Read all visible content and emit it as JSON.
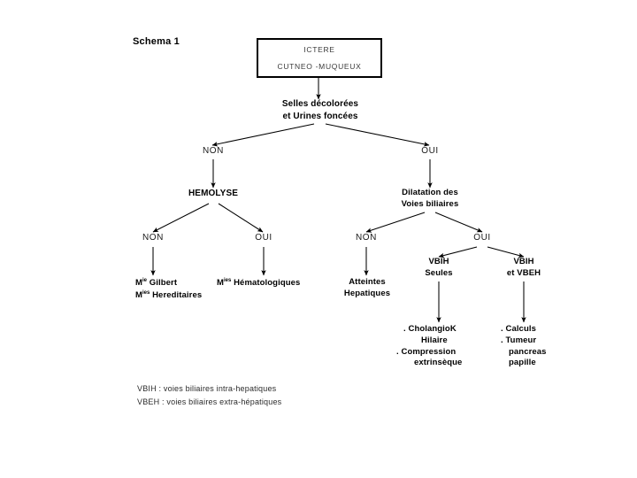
{
  "title": "Schema 1",
  "root": {
    "line1": "ICTERE",
    "line2": "CUTNEO -MUQUEUX"
  },
  "nodes": {
    "stools": {
      "line1": "Selles décolorées",
      "line2": "et Urines foncées"
    },
    "hemolyse": {
      "label": "HEMOLYSE"
    },
    "dilatation": {
      "line1": "Dilatation des",
      "line2": "Voies biliaires"
    },
    "vbih_seules": {
      "line1": "VBIH",
      "line2": "Seules"
    },
    "vbih_vbeh": {
      "line1": "VBIH",
      "line2": "et VBEH"
    },
    "atteintes": {
      "line1": "Atteintes",
      "line2": "Hepatiques"
    }
  },
  "branch_labels": {
    "stools_non": "NON",
    "stools_oui": "OUI",
    "hemolyse_non": "NON",
    "hemolyse_oui": "OUI",
    "dilatation_non": "NON",
    "dilatation_oui": "OUI"
  },
  "leaves": {
    "gilbert": {
      "line1_prefix": "M",
      "line1_sup": "ie",
      "line1_rest": " Gilbert",
      "line2_prefix": "M",
      "line2_sup": "ies",
      "line2_rest": " Hereditaires"
    },
    "hematologiques": {
      "prefix": "M",
      "sup": "ies",
      "rest": " Hématologiques"
    },
    "cholangio": {
      "line1": ". CholangioK",
      "line2": "Hilaire",
      "line3": ". Compression",
      "line4": "extrinsèque"
    },
    "calculs": {
      "line1": ". Calculs",
      "line2": ". Tumeur",
      "line3": "pancreas",
      "line4": "papille"
    }
  },
  "legend": {
    "line1": "VBIH : voies biliaires intra-hepatiques",
    "line2": "VBEH : voies biliaires extra-hépatiques"
  },
  "colors": {
    "ink": "#000000",
    "background": "#ffffff"
  }
}
